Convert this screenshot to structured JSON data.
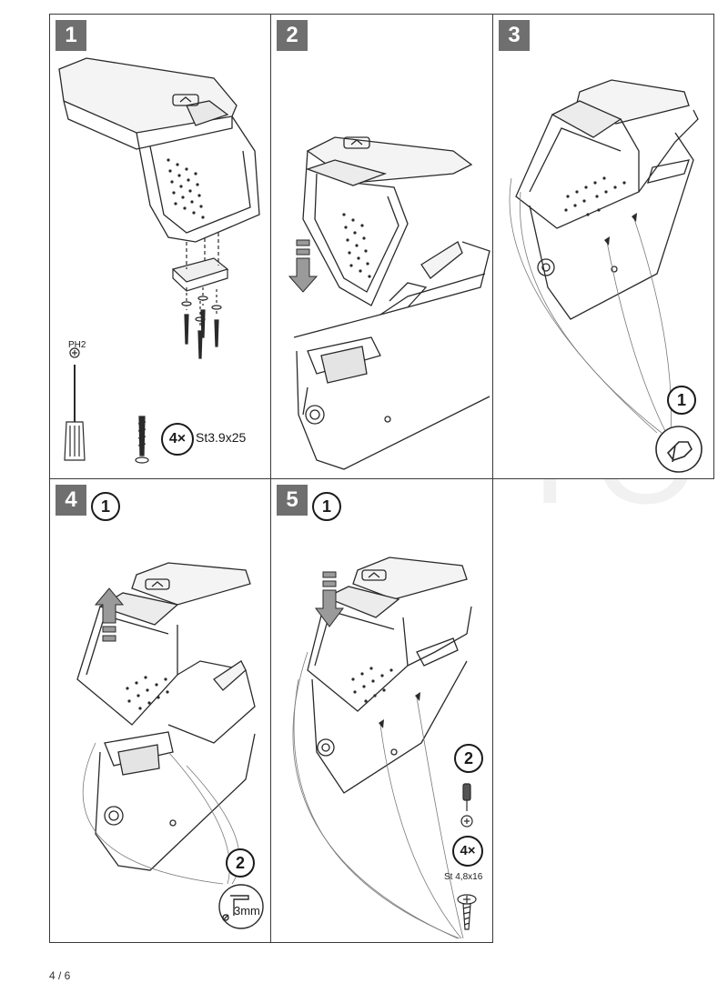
{
  "watermark": "AG AUTO",
  "page_number": "4 / 6",
  "steps": [
    {
      "badge": "1",
      "tool": "PH2",
      "screw_count": "4×",
      "screw_spec": "St3.9x25"
    },
    {
      "badge": "2"
    },
    {
      "badge": "3",
      "callout": "1"
    },
    {
      "badge": "4",
      "sub": "1",
      "callout": "2",
      "drill": "3mm"
    },
    {
      "badge": "5",
      "sub": "1",
      "callout": "2",
      "screw_count": "4×",
      "screw_spec": "St 4,8x16"
    }
  ],
  "colors": {
    "badge_bg": "#6f6f6f",
    "line": "#2a2a2a",
    "border": "#3a3a3a"
  }
}
